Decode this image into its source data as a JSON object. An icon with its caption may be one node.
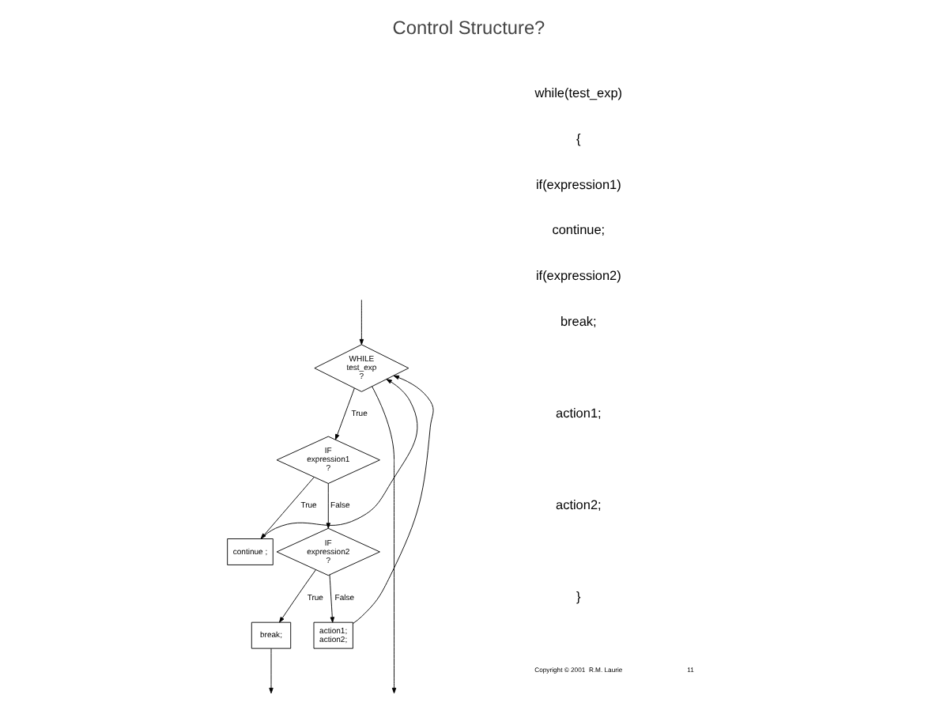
{
  "diagram": {
    "title": "Control Structure?",
    "nodes": [
      {
        "text": [
          "WHILE test_exp ?"
        ]
      },
      {
        "text": [
          "IF expression1 ?"
        ]
      },
      {
        "text": [
          "continue ;"
        ]
      },
      {
        "text": [
          "IF expression2 ?"
        ]
      },
      {
        "text": [
          "break;"
        ]
      },
      {
        "text": [
          "action1; action2;"
        ]
      }
    ],
    "edges": [
      {
        "from": 0,
        "to": 1,
        "arrow": "to",
        "label": "True"
      },
      {
        "from": 1,
        "to": 2,
        "arrow": "to",
        "label": "True"
      },
      {
        "from": 1,
        "to": 3,
        "arrow": "to",
        "label": "False"
      },
      {
        "from": 3,
        "to": 4,
        "arrow": "to",
        "label": "True"
      },
      {
        "from": 3,
        "to": 5,
        "arrow": "to",
        "label": "False"
      },
      {
        "from": 2,
        "to": 0,
        "arrow": "to"
      },
      {
        "from": 5,
        "to": 0,
        "arrow": "to"
      },
      {
        "from": 0,
        "to": null,
        "arrow": "to"
      },
      {
        "from": 4,
        "to": null,
        "arrow": "to"
      },
      {
        "from": null,
        "to": 0,
        "arrow": "to"
      }
    ],
    "labels": [
      "while(test_exp)",
      "{",
      "if(expression1)",
      "continue;",
      "if(expression2)",
      "break;",
      "action1;",
      "action2;",
      "}",
      "Copyright © 2001  R.M. Laurie",
      "11"
    ]
  }
}
